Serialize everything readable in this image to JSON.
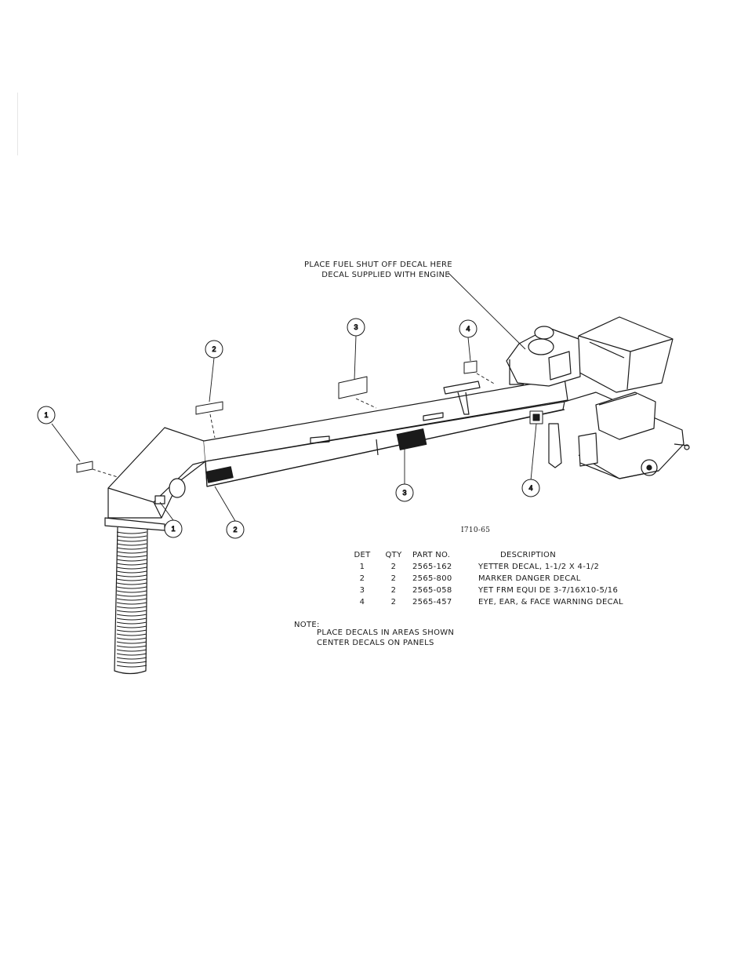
{
  "fuel_note": {
    "line1": "PLACE FUEL SHUT OFF DECAL HERE",
    "line2": "DECAL SUPPLIED WITH ENGINE"
  },
  "drawing_number": "I710-65",
  "callouts": {
    "c1": "1",
    "c2": "2",
    "c3": "3",
    "c4": "4"
  },
  "parts_table": {
    "headers": {
      "det": "DET",
      "qty": "QTY",
      "part_no": "PART NO.",
      "description": "DESCRIPTION"
    },
    "rows": [
      {
        "det": "1",
        "qty": "2",
        "part_no": "2565-162",
        "description": "YETTER DECAL, 1-1/2 X 4-1/2"
      },
      {
        "det": "2",
        "qty": "2",
        "part_no": "2565-800",
        "description": "MARKER DANGER DECAL"
      },
      {
        "det": "3",
        "qty": "2",
        "part_no": "2565-058",
        "description": "YET FRM EQUI DE 3-7/16X10-5/16"
      },
      {
        "det": "4",
        "qty": "2",
        "part_no": "2565-457",
        "description": "EYE, EAR, & FACE WARNING DECAL"
      }
    ]
  },
  "note": {
    "label": "NOTE:",
    "line1": "PLACE DECALS IN AREAS SHOWN",
    "line2": "CENTER DECALS ON PANELS"
  },
  "colors": {
    "ink": "#1a1a1a",
    "paper": "#ffffff"
  }
}
